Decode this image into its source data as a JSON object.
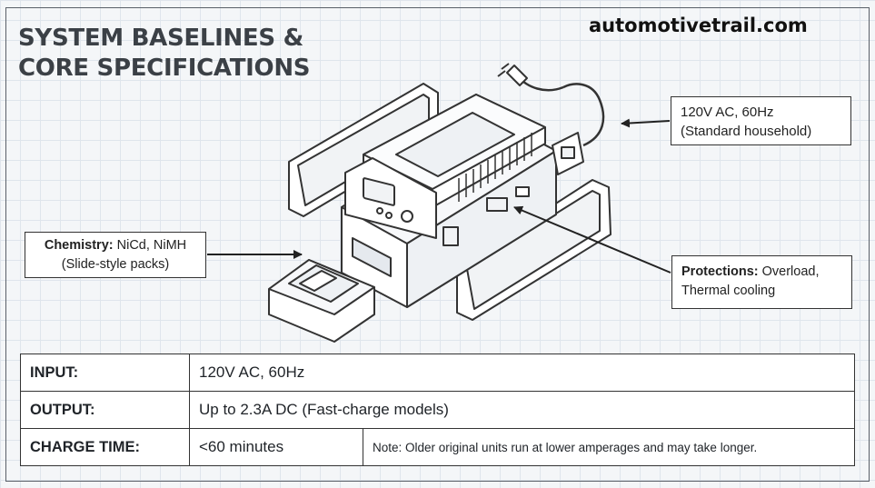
{
  "title_lines": [
    "SYSTEM BASELINES &",
    "CORE SPECIFICATIONS"
  ],
  "website": "automotivetrail.com",
  "callouts": {
    "power": {
      "line1": "120V AC, 60Hz",
      "line2": "(Standard household)"
    },
    "chemistry": {
      "label": "Chemistry:",
      "value": " NiCd, NiMH",
      "line2": "(Slide-style packs)"
    },
    "protections": {
      "label": "Protections:",
      "value": " Overload,",
      "line2": "Thermal cooling"
    }
  },
  "specs": {
    "input": {
      "label": "INPUT:",
      "value": "120V AC, 60Hz"
    },
    "output": {
      "label": "OUTPUT:",
      "value": "Up to 2.3A DC (Fast-charge models)"
    },
    "charge_time": {
      "label": "CHARGE TIME:",
      "value": "<60 minutes",
      "note": "Note: Older original units run at lower amperages and may take longer."
    }
  },
  "colors": {
    "ink": "#333333",
    "title": "#3b4046",
    "grid": "#dfe5ec",
    "panel": "#ffffff"
  }
}
